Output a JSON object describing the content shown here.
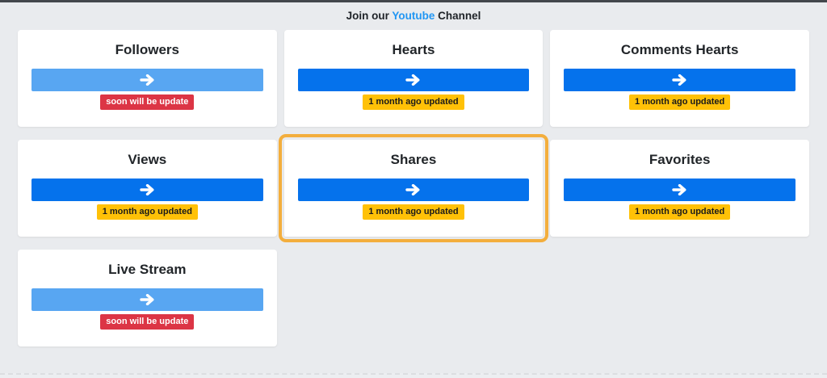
{
  "page": {
    "background_color": "#e9ebee",
    "topbar_color": "#43474c"
  },
  "header": {
    "prefix": "Join our",
    "brand": "Youtube",
    "suffix": "Channel",
    "brand_color": "#2196f3"
  },
  "colors": {
    "button_active_blue": "#0572ec",
    "button_pending_blue": "#58a6f2",
    "badge_updated_bg": "#ffc107",
    "badge_updated_text": "#1a1a1a",
    "badge_soon_bg": "#dc3545",
    "badge_soon_text": "#ffffff",
    "highlight_border": "#f3ae3d",
    "card_background": "#ffffff",
    "title_text": "#212529"
  },
  "icons": {
    "arrow_right": "arrow-right-icon"
  },
  "cards": [
    {
      "title": "Followers",
      "badge": "soon will be update",
      "status": "soon",
      "highlighted": false
    },
    {
      "title": "Hearts",
      "badge": "1 month ago updated",
      "status": "updated",
      "highlighted": false
    },
    {
      "title": "Comments Hearts",
      "badge": "1 month ago updated",
      "status": "updated",
      "highlighted": false
    },
    {
      "title": "Views",
      "badge": "1 month ago updated",
      "status": "updated",
      "highlighted": false
    },
    {
      "title": "Shares",
      "badge": "1 month ago updated",
      "status": "updated",
      "highlighted": true
    },
    {
      "title": "Favorites",
      "badge": "1 month ago updated",
      "status": "updated",
      "highlighted": false
    },
    {
      "title": "Live Stream",
      "badge": "soon will be update",
      "status": "soon",
      "highlighted": false
    }
  ]
}
